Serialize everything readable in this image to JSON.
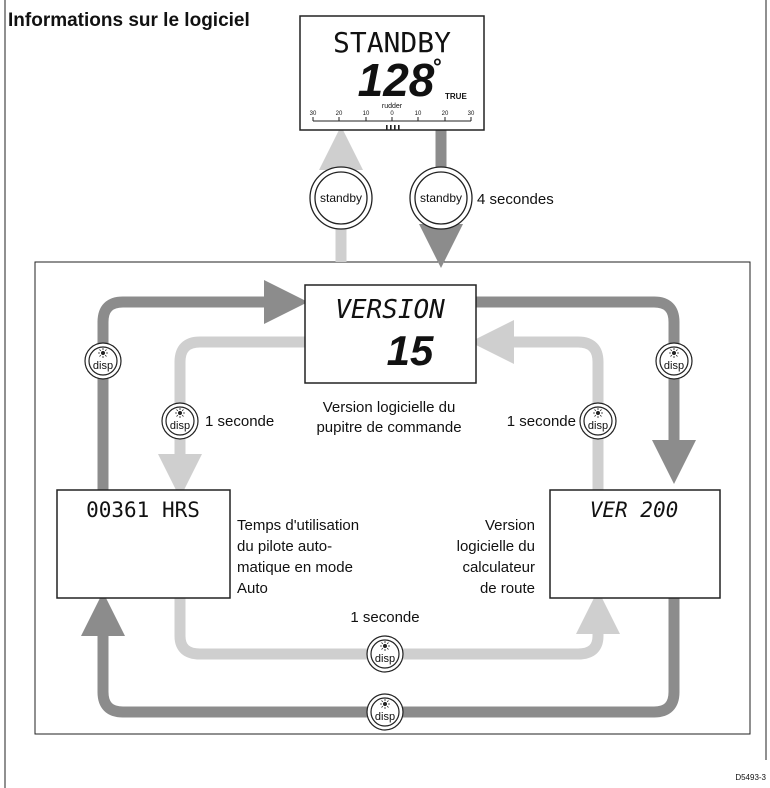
{
  "title": "Informations sur le logiciel",
  "figure_id": "D5493-3",
  "colors": {
    "dark_arrow": "#8c8c8c",
    "light_arrow": "#cfcfcf",
    "border": "#222222"
  },
  "standby_display": {
    "mode": "STANDBY",
    "heading": "128",
    "degree": "°",
    "true_label": "TRUE",
    "rudder_label": "rudder",
    "scale": [
      "30",
      "20",
      "10",
      "0",
      "10",
      "20",
      "30"
    ]
  },
  "buttons": {
    "standby_left": "standby",
    "standby_right": "standby",
    "standby_hold": "4 secondes"
  },
  "version_display": {
    "line1": "VERSION",
    "line2": "15"
  },
  "version_caption": [
    "Version logicielle du",
    "pupitre de commande"
  ],
  "hours_display": {
    "text": "00361 HRS"
  },
  "hours_caption": [
    "Temps d'utilisation",
    "du pilote auto-",
    "matique en mode",
    "Auto"
  ],
  "ver_display": {
    "text": "VER 200"
  },
  "ver_caption": [
    "Version",
    "logicielle du",
    "calculateur",
    "de route"
  ],
  "disp_label": "disp",
  "sun_icon": "sun-icon",
  "one_second": "1 seconde"
}
